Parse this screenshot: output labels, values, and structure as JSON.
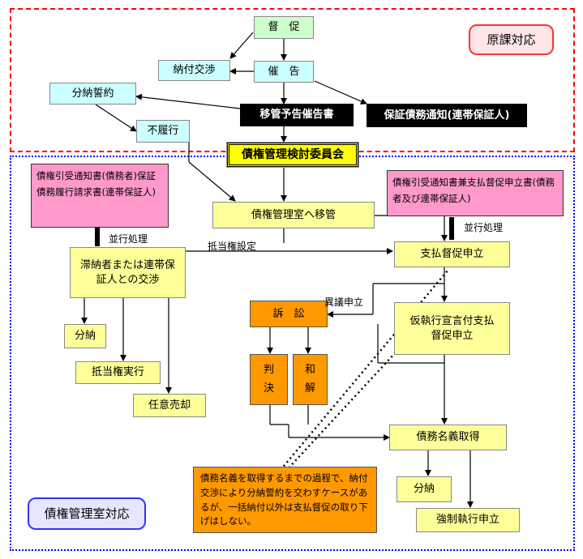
{
  "regions": {
    "genka": "原課対応",
    "kanri": "債権管理室対応"
  },
  "nodes": {
    "tokusoku": "督　促",
    "nofu_kosho": "納付交渉",
    "saikoku": "催　告",
    "bunno_seiyaku": "分納誓約",
    "iko_yokoku": "移管予告催告書",
    "hosho_tsuchi": "保証債務通知(連帯保証人)",
    "furiko": "不履行",
    "kentou_iinkai": "債権管理検討委員会",
    "iko": "債権管理室へ移管",
    "doc_left": "債権引受通知書(債務者)保証債務履行請求書(連帯保証人)",
    "doc_right": "債権引受通知書兼支払督促申立書(債務者及び連帯保証人)",
    "kosho": "滞納者または連帯保証人との交渉",
    "shiharai_tokusoku": "支払督促申立",
    "bunno1": "分納",
    "teitoken_jikko": "抵当権実行",
    "nin_i_baikyaku": "任意売却",
    "sosho": "訴　訟",
    "hanketsu_1": "判",
    "hanketsu_2": "決",
    "wakai_1": "和",
    "wakai_2": "解",
    "karishikko": "仮執行宣言付支払督促申立",
    "saimu_meigi": "債務名義取得",
    "bunno2": "分納",
    "kyosei_shikko": "強制執行申立",
    "note": "債務名義を取得するまでの過程で、納付交渉により分納誓約を交わすケースがあるが、一括納付以外は支払督促の取り下げはしない。"
  },
  "labels": {
    "heiko_left": "並行処理",
    "heiko_right": "並行処理",
    "teitoken_settei": "抵当権設定",
    "igi_moshitate": "異議申立"
  },
  "colors": {
    "region_red": "#ff0000",
    "region_blue": "#0000ff",
    "green_box": "#ccffcc",
    "cyan_box": "#ccffff",
    "yellow_box": "#ffff99",
    "orange_box": "#ff9900",
    "pink_box": "#ff99cc",
    "black_box": "#000000"
  }
}
